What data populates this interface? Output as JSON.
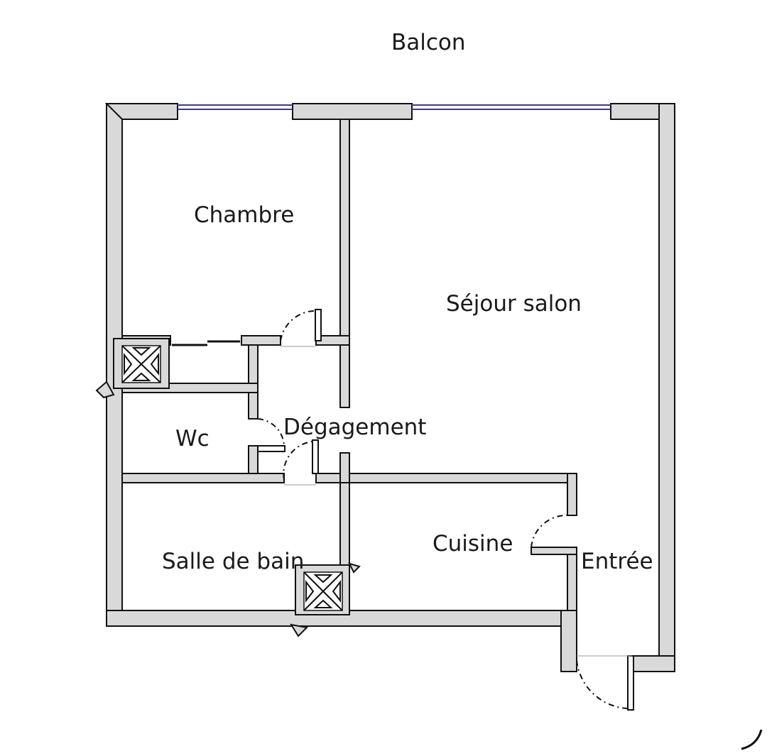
{
  "plan": {
    "outside_label": "Balcon",
    "rooms": [
      {
        "id": "chambre",
        "label": "Chambre"
      },
      {
        "id": "sejour",
        "label": "Séjour salon"
      },
      {
        "id": "wc",
        "label": "Wc"
      },
      {
        "id": "degagement",
        "label": "Dégagement"
      },
      {
        "id": "salle-de-bain",
        "label": "Salle de bain"
      },
      {
        "id": "cuisine",
        "label": "Cuisine"
      },
      {
        "id": "entree",
        "label": "Entrée"
      }
    ]
  },
  "colors": {
    "wall_fill": "#d9d9d9",
    "wall_outline": "#111111",
    "window": "#3b3b8c"
  }
}
